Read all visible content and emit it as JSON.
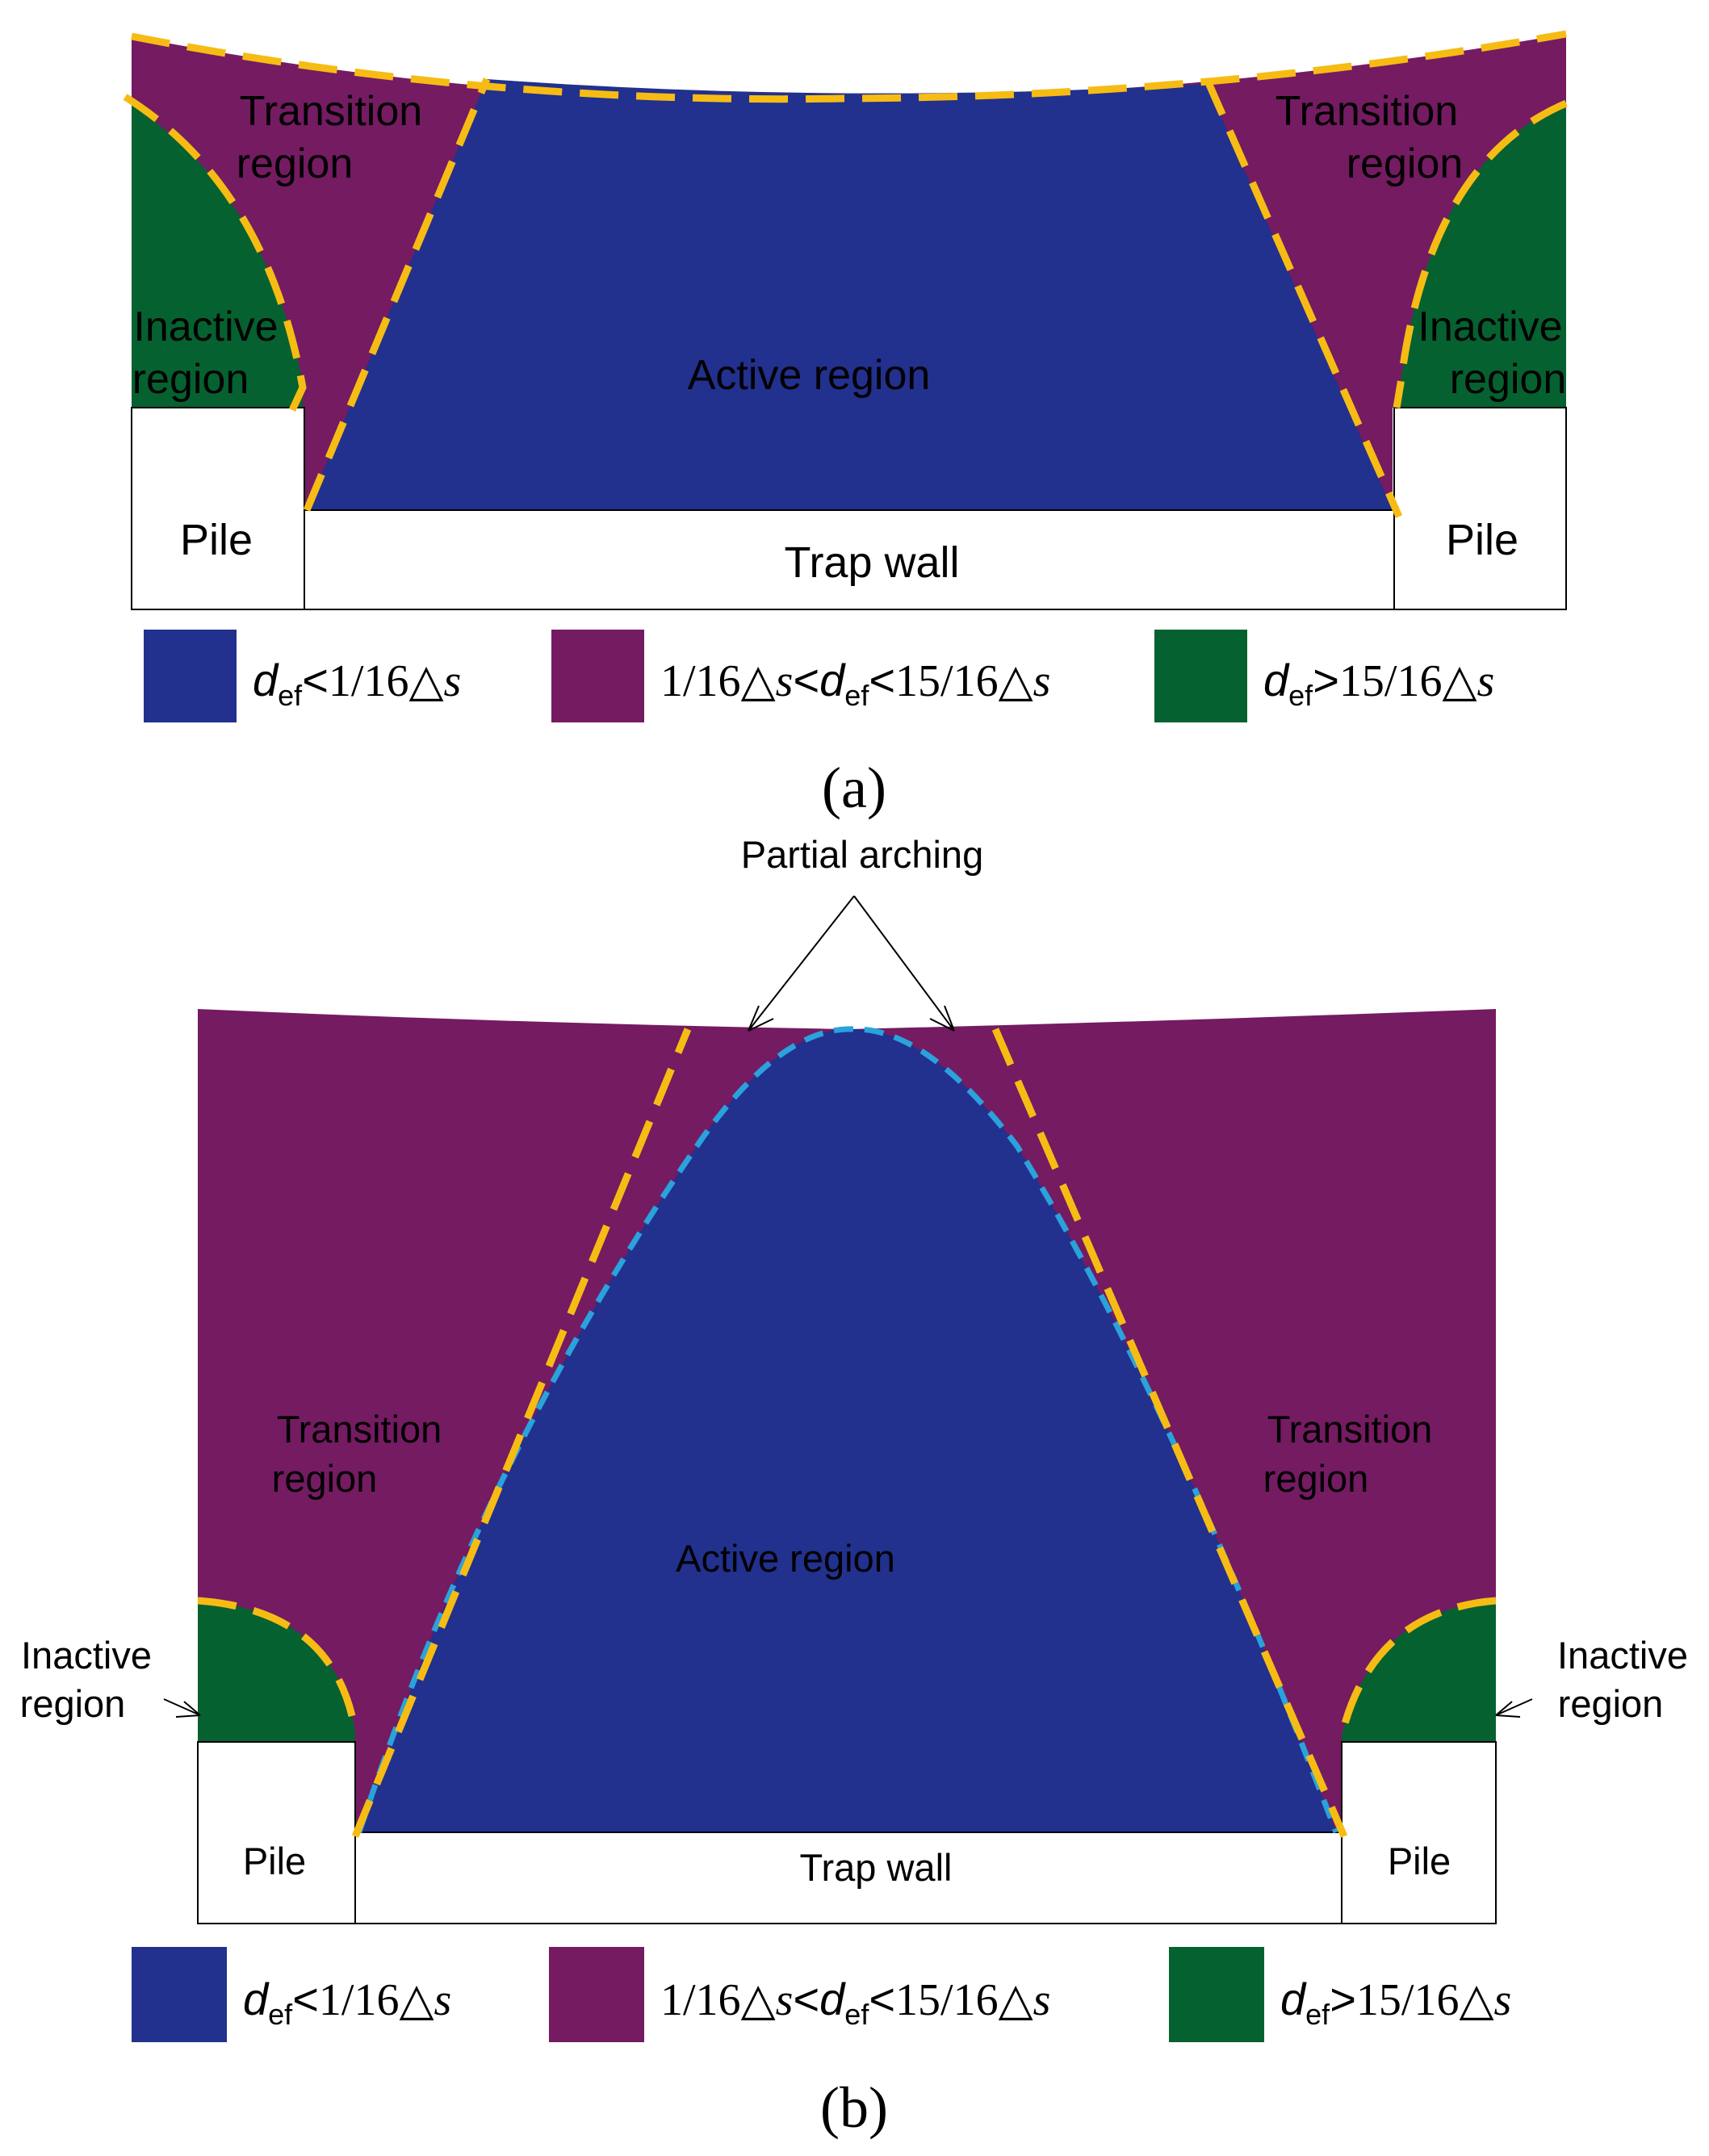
{
  "colors": {
    "active": "#22308E",
    "transition": "#741B62",
    "inactive": "#066130",
    "boundary_dash": "#F6BC14",
    "arch_dash": "#2AA2DC"
  },
  "panel_a": {
    "label_transition": "Transition",
    "label_region": "region",
    "label_inactive": "Inactive",
    "label_active": "Active region",
    "label_pile": "Pile",
    "label_trap_wall": "Trap wall",
    "caption": "(a)"
  },
  "panel_b": {
    "label_partial_arching": "Partial arching",
    "label_transition": "Transition",
    "label_region": "region",
    "label_inactive": "Inactive",
    "label_active": "Active region",
    "label_pile": "Pile",
    "label_trap_wall": "Trap wall",
    "caption": "(b)"
  },
  "legend": {
    "d_symbol": "d",
    "d_subscript": "ef",
    "less_than": "<",
    "greater_than": ">",
    "one_sixteenth": "1/16",
    "fifteen_sixteenth": "15/16",
    "delta": "△",
    "s": "s"
  }
}
